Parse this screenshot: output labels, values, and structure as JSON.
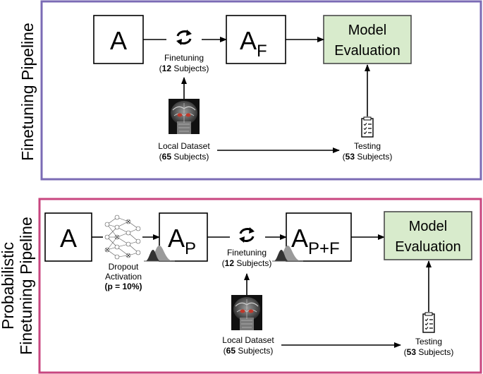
{
  "panel1": {
    "title": "Finetuning Pipeline",
    "box_a": "A",
    "box_af_main": "A",
    "box_af_sub": "F",
    "eval_line1": "Model",
    "eval_line2": "Evaluation",
    "finetune_label": "Finetuning",
    "finetune_open": "(",
    "finetune_count": "12",
    "finetune_close": " Subjects)",
    "dataset_label": "Local Dataset",
    "dataset_open": "(",
    "dataset_count": "65",
    "dataset_close": " Subjects)",
    "testing_label": "Testing",
    "testing_open": "(",
    "testing_count": "53",
    "testing_close": " Subjects)"
  },
  "panel2": {
    "title_line1": "Probabilistic",
    "title_line2": "Finetuning Pipeline",
    "box_a": "A",
    "box_ap_main": "A",
    "box_ap_sub": "P",
    "box_apf_main": "A",
    "box_apf_sub": "P+F",
    "eval_line1": "Model",
    "eval_line2": "Evaluation",
    "dropout_line1": "Dropout",
    "dropout_line2": "Activation",
    "dropout_p": "(p = 10%)",
    "finetune_label": "Finetuning",
    "finetune_open": "(",
    "finetune_count": "12",
    "finetune_close": " Subjects)",
    "dataset_label": "Local Dataset",
    "dataset_open": "(",
    "dataset_count": "65",
    "dataset_close": " Subjects)",
    "testing_label": "Testing",
    "testing_open": "(",
    "testing_count": "53",
    "testing_close": " Subjects)"
  },
  "colors": {
    "panel1_border": "#7b6bb5",
    "panel2_border": "#c8467f",
    "eval_fill": "#d8ebcc",
    "eval_stroke": "#4a4a4a",
    "brain_highlight": "#c0392b"
  },
  "icons": [
    "cycle-arrows-icon",
    "brain-scan-icon",
    "checklist-icon",
    "neural-network-icon",
    "distribution-curve-icon"
  ]
}
